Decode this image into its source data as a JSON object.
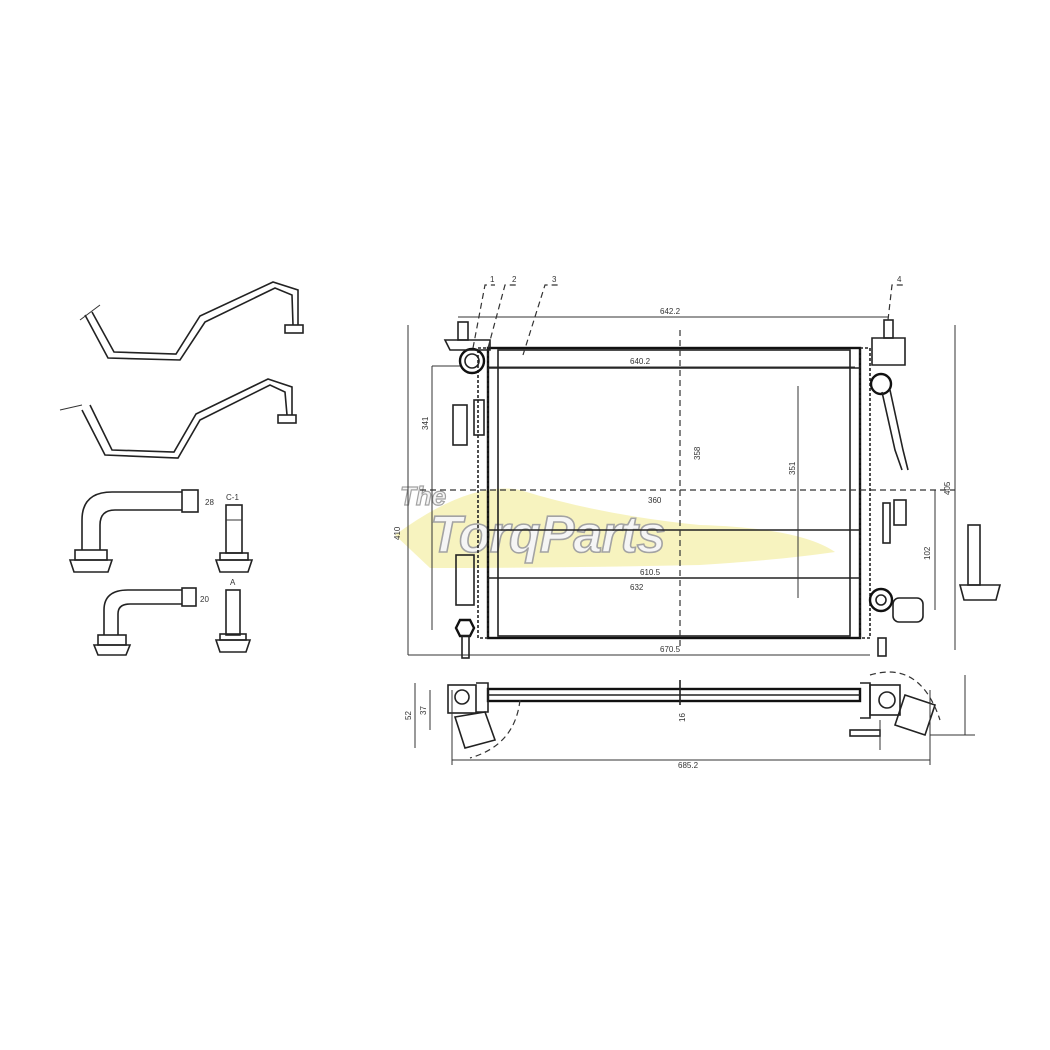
{
  "callouts": [
    "1",
    "2",
    "3",
    "4"
  ],
  "dimensions": {
    "top_overall_width": "642.2",
    "core_width_top": "640.2",
    "core_height": "358",
    "inner_height": "351",
    "center_width": "360",
    "core_width_mid": "610.5",
    "core_width_low": "632",
    "overall_bottom_width": "670.5",
    "left_height": "341",
    "left_overall_height": "410",
    "right_height": "405",
    "right_lower_height": "102",
    "side_view_width": "685.2",
    "side_view_depth": "16",
    "side_left_height": "52",
    "side_left_inner": "37",
    "pipe_a_dim": "28",
    "pipe_b_dim": "20",
    "detail_a_label": "A",
    "detail_b_label": "C-1"
  },
  "watermark": {
    "line1": "The",
    "line2": "TorqParts",
    "colors": {
      "fill": "#f5ef9a",
      "outline": "#9a9a9a",
      "shadow": "#e6e08a"
    }
  }
}
